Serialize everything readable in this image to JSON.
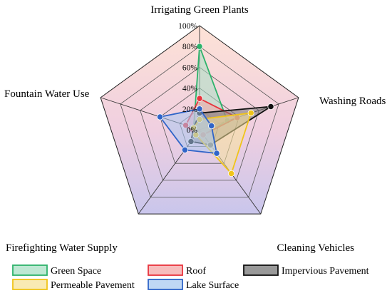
{
  "chart_data": {
    "type": "radar",
    "axes": [
      "Irrigating Green Plants",
      "Washing Roads",
      "Cleaning Vehicles",
      "Firefighting Water Supply",
      "Fountain Water Use"
    ],
    "ticks": [
      "0%",
      "20%",
      "40%",
      "60%",
      "80%",
      "100%"
    ],
    "range": [
      0,
      100
    ],
    "series": [
      {
        "name": "Green Space",
        "color": "#2db36b",
        "fill": "#a8e0c4",
        "values": [
          80,
          28,
          6,
          6,
          6
        ]
      },
      {
        "name": "Roof",
        "color": "#e8333c",
        "fill": "#f4a6a6",
        "values": [
          30,
          38,
          6,
          6,
          14
        ]
      },
      {
        "name": "Impervious Pavement",
        "color": "#111111",
        "fill": "#777777",
        "values": [
          16,
          72,
          18,
          14,
          6
        ]
      },
      {
        "name": "Permeable Pavement",
        "color": "#f0c419",
        "fill": "#f7e39a",
        "values": [
          10,
          52,
          52,
          6,
          6
        ]
      },
      {
        "name": "Lake Surface",
        "color": "#2f64c8",
        "fill": "#a9c9f0",
        "values": [
          20,
          12,
          28,
          24,
          40
        ]
      }
    ]
  }
}
